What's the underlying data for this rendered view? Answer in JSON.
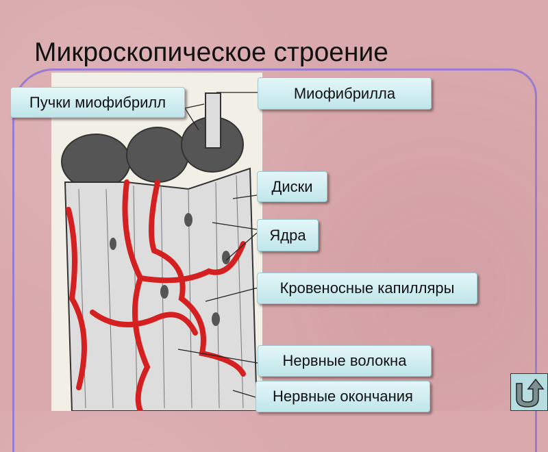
{
  "slide": {
    "title": "Микроскопическое строение"
  },
  "labels": {
    "bundles": "Пучки миофибрилл",
    "myofibril": "Миофибрилла",
    "discs": "Диски",
    "nuclei": "Ядра",
    "capillaries": "Кровеносные капилляры",
    "nerve_fibers": "Нервные волокна",
    "nerve_endings": "Нервные окончания"
  },
  "nav": {
    "home_icon": "u-turn-arrow-icon"
  },
  "colors": {
    "background": "#d9a9ad",
    "label_fill": "#c9ecef",
    "frame": "#9a7bd0",
    "capillary": "#d42020"
  }
}
